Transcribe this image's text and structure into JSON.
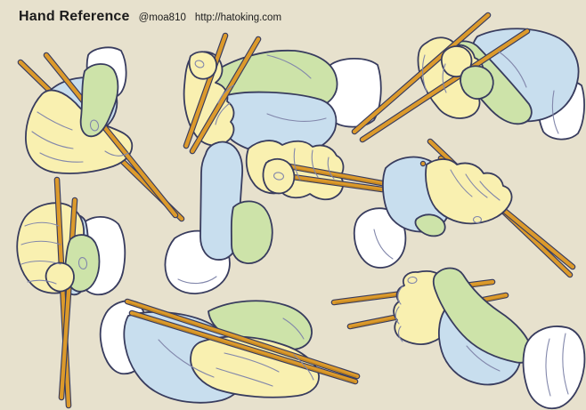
{
  "header": {
    "title": "Hand Reference",
    "handle": "@moa810",
    "url": "http://hatoking.com"
  },
  "palette": {
    "bg": "#e7e1cd",
    "text": "#1b1b1b",
    "outline": "#383c5e",
    "crease": "#8287ab",
    "skin_yellow": "#f9f0b0",
    "accent_green": "#cde3a9",
    "accent_blue": "#c8deee",
    "cuff_white": "#ffffff",
    "chopstick_orange": "#dc9a2b",
    "chopstick_edge": "#b87e1e"
  },
  "illustration": {
    "poses": [
      {
        "id": "pose-1",
        "name": "overhand-grip-tips-lower-right"
      },
      {
        "id": "pose-2",
        "name": "relaxed-grip-tips-lower-left"
      },
      {
        "id": "pose-3",
        "name": "pinch-grip-tips-lower-left"
      },
      {
        "id": "pose-4",
        "name": "fist-grip-tips-down"
      },
      {
        "id": "pose-5",
        "name": "standard-grip-tips-right"
      },
      {
        "id": "pose-6",
        "name": "top-view-grip-tips-lower-right"
      },
      {
        "id": "pose-7",
        "name": "resting-hand-chopsticks-across"
      },
      {
        "id": "pose-8",
        "name": "side-grip-tips-left"
      }
    ]
  }
}
